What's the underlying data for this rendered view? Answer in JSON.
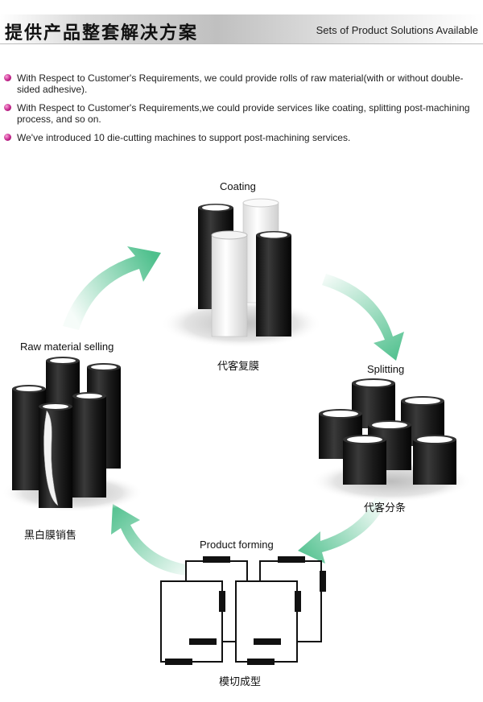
{
  "header": {
    "title_cn": "提供产品整套解决方案",
    "title_en": "Sets of Product Solutions Available"
  },
  "bullets": [
    "With Respect to Customer's Requirements, we could provide rolls of raw material(with or without double-sided adhesive).",
    "With Respect to Customer's Requirements,we could provide services like coating, splitting post-machining process, and so on.",
    "We've introduced 10 die-cutting machines to support post-machining services."
  ],
  "stages": {
    "coating": {
      "title": "Coating",
      "cn": "代客复膜"
    },
    "splitting": {
      "title": "Splitting",
      "cn": "代客分条"
    },
    "forming": {
      "title": "Product forming",
      "cn": "模切成型"
    },
    "raw": {
      "title": "Raw material selling",
      "cn": "黑白膜销售"
    }
  },
  "colors": {
    "accent_bullet": "#c8258f",
    "arrow_green": "#4fc08d",
    "roll_black": "#1e1e1e",
    "roll_white": "#f2f2f2"
  }
}
